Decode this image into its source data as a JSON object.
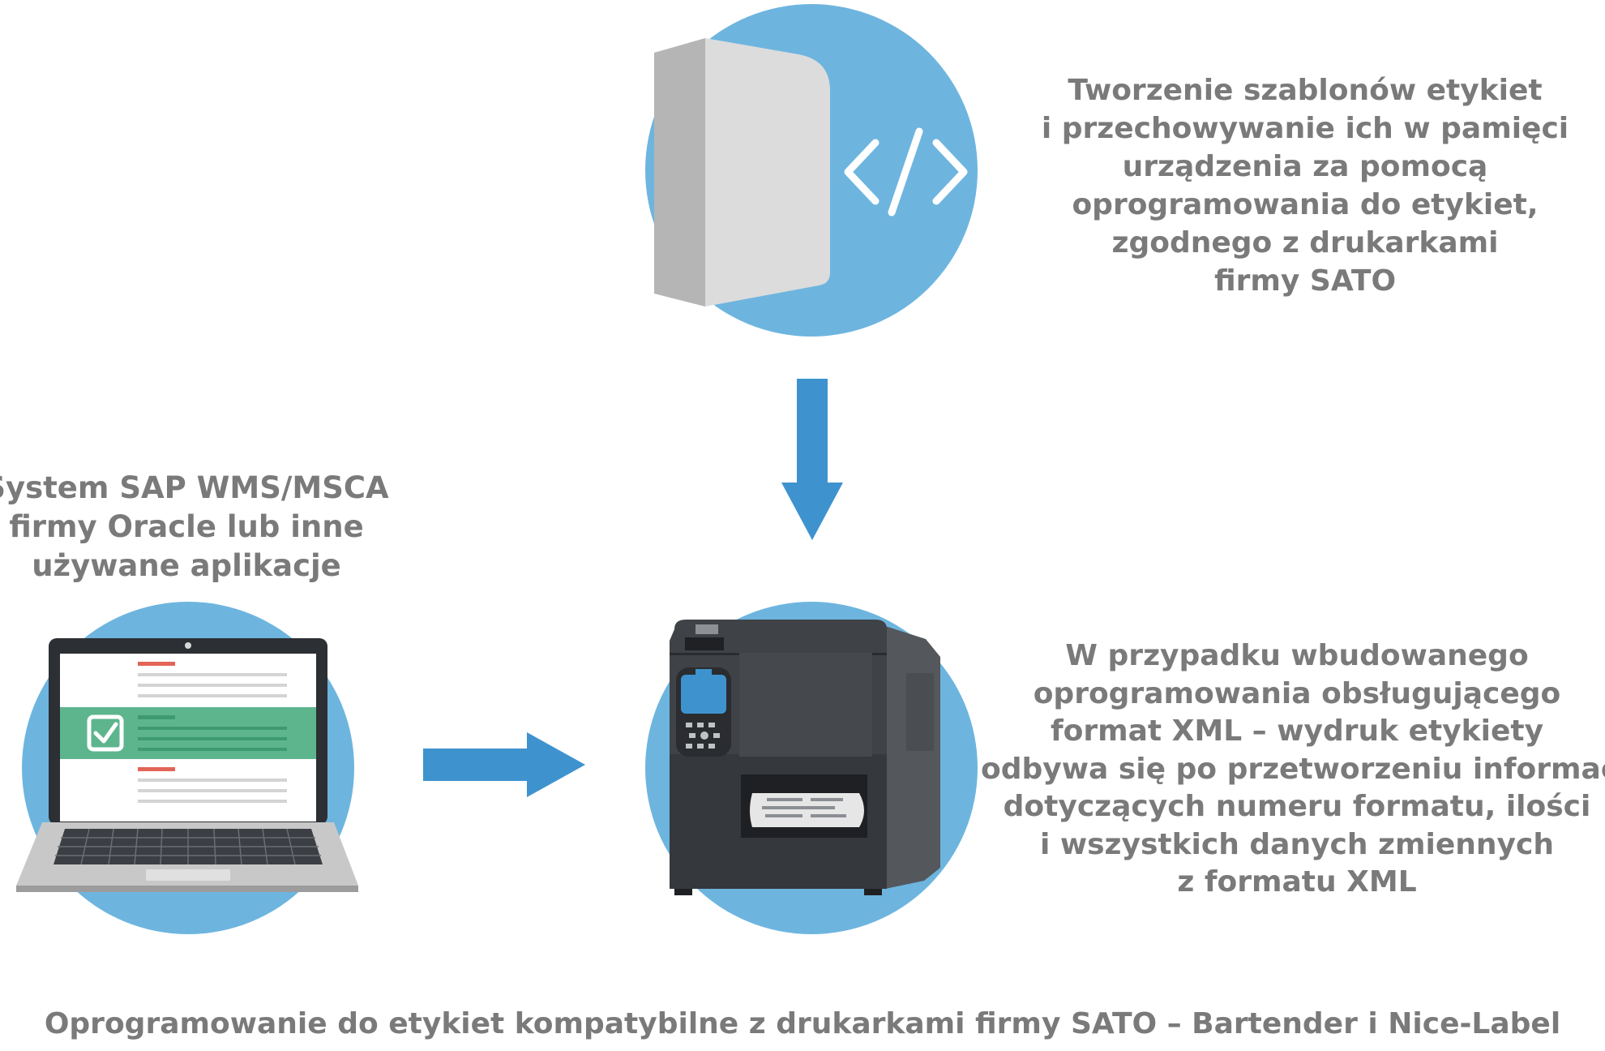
{
  "colors": {
    "circle_blue": "#6db5df",
    "arrow_blue": "#3e93cf",
    "text_gray": "#7a7a7a",
    "check_green": "#5db58e",
    "red_line": "#e26557"
  },
  "icons": {
    "software": "software-box-code-icon",
    "laptop": "laptop-checklist-icon",
    "printer": "label-printer-icon",
    "arrow_down": "arrow-down-icon",
    "arrow_right": "arrow-right-icon"
  },
  "top_text": {
    "lines": [
      "Tworzenie szablonów etykiet",
      "i przechowywanie ich w pamięci",
      "urządzenia za pomocą",
      "oprogramowania do etykiet,",
      "zgodnego z drukarkami",
      "firmy SATO"
    ]
  },
  "left_text": {
    "lines": [
      "System SAP WMS/MSCA",
      "firmy Oracle lub inne",
      "używane aplikacje"
    ]
  },
  "right_text": {
    "lines": [
      "W przypadku wbudowanego",
      "oprogramowania obsługującego",
      "format XML – wydruk etykiety",
      "odbywa się po przetworzeniu informacji,",
      "dotyczących numeru formatu, ilości",
      "i wszystkich danych zmiennych",
      "z formatu XML"
    ]
  },
  "caption": "Oprogramowanie do etykiet kompatybilne z drukarkami firmy SATO – Bartender i Nice-Label"
}
